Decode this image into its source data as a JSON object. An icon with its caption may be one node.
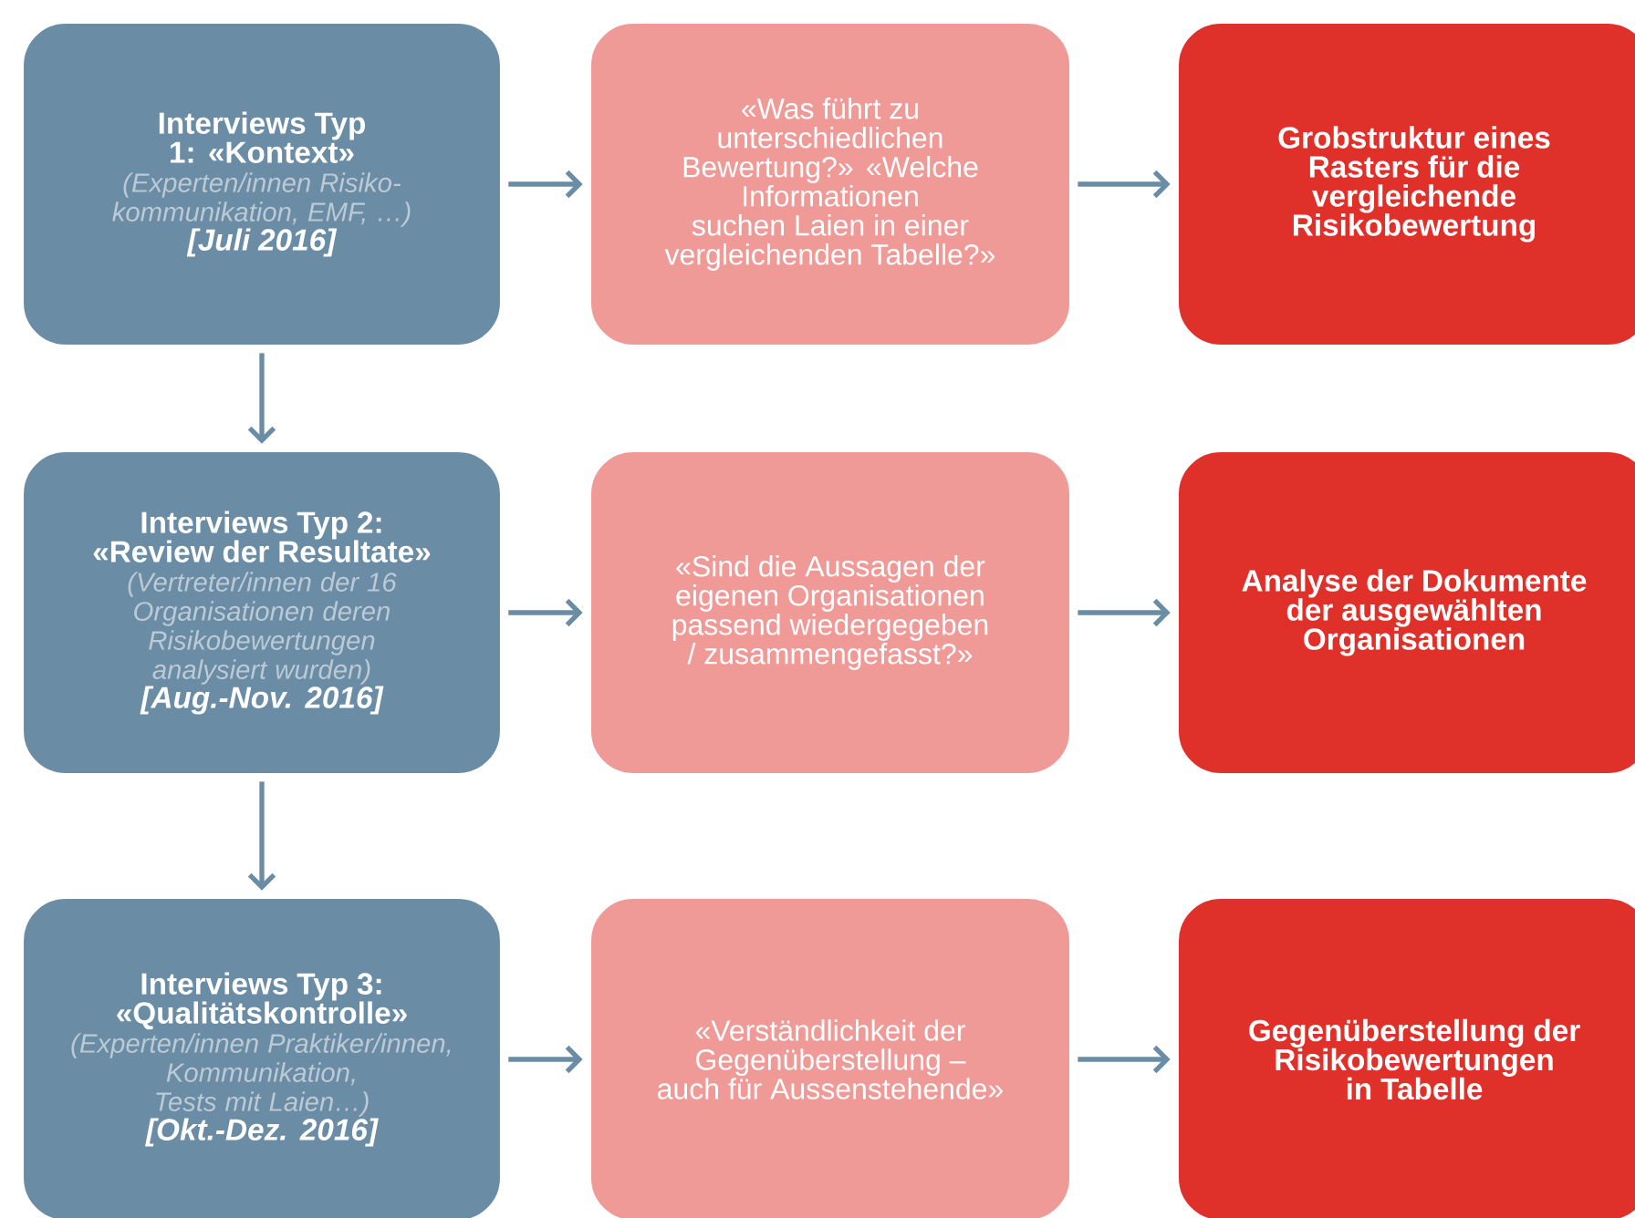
{
  "diagram": {
    "nodes": [
      {
        "text": [
          "Interviews Typ 1: «Kontext»",
          "(Experten/innen Risiko-kommunikation, EMF, …)",
          "[Juli 2016]"
        ]
      },
      {
        "text": [
          "«Was führt zu unterschiedlichen Bewertung?» «Welche Informationen suchen Laien in einer vergleichenden Tabelle?»"
        ]
      },
      {
        "text": [
          "Grobstruktur eines Rasters für die vergleichende Risikobewertung"
        ]
      },
      {
        "text": [
          "Interviews Typ 2: «Review der Resultate»",
          "(Vertreter/innen der 16 Organisationen deren Risikobewertungen analysiert wurden)",
          "[Aug.-Nov. 2016]"
        ]
      },
      {
        "text": [
          "«Sind die Aussagen der eigenen Organisationen passend wiedergegeben / zusammengefasst?»"
        ]
      },
      {
        "text": [
          "Analyse der Dokumente der ausgewählten Organisationen"
        ]
      },
      {
        "text": [
          "Interviews Typ 3: «Qualitätskontrolle»",
          "(Experten/innen Praktiker/innen, Kommunikation, Tests mit Laien…)",
          "[Okt.-Dez. 2016]"
        ]
      },
      {
        "text": [
          "«Verständlichkeit der Gegenüberstellung – auch für Aussenstehende»"
        ]
      },
      {
        "text": [
          "Gegenüberstellung der Risikobewertungen in Tabelle"
        ]
      }
    ],
    "edges": [
      {
        "from": 0,
        "to": 1,
        "arrow": "to"
      },
      {
        "from": 1,
        "to": 2,
        "arrow": "to"
      },
      {
        "from": 0,
        "to": 3,
        "arrow": "to"
      },
      {
        "from": 3,
        "to": 4,
        "arrow": "to"
      },
      {
        "from": 4,
        "to": 5,
        "arrow": "to"
      },
      {
        "from": 3,
        "to": 6,
        "arrow": "to"
      },
      {
        "from": 6,
        "to": 7,
        "arrow": "to"
      },
      {
        "from": 7,
        "to": 8,
        "arrow": "to"
      }
    ]
  }
}
